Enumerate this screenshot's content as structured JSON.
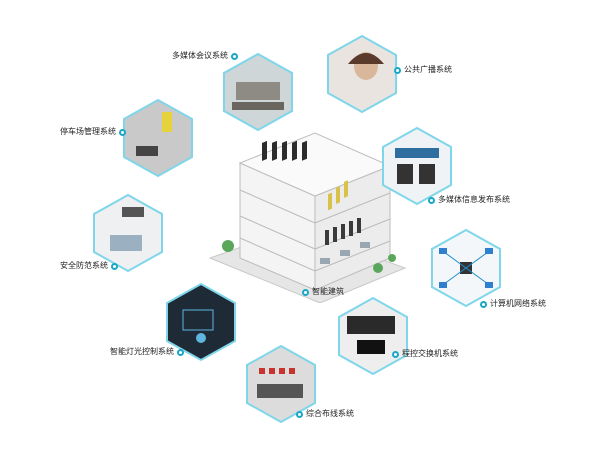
{
  "colors": {
    "hex_border": "#7fd6ea",
    "accent": "#1aa6c7",
    "text": "#222222"
  },
  "center": {
    "label": "智能建筑",
    "icon": "building-icon"
  },
  "systems": [
    {
      "id": "multimedia-conference",
      "label": "多媒体会议系统",
      "icon": "conference-room-icon"
    },
    {
      "id": "public-broadcast",
      "label": "公共广播系统",
      "icon": "headset-operator-icon"
    },
    {
      "id": "parking-management",
      "label": "停车场管理系统",
      "icon": "parking-gate-icon"
    },
    {
      "id": "multimedia-info-release",
      "label": "多媒体信息发布系统",
      "icon": "display-screen-icon"
    },
    {
      "id": "security",
      "label": "安全防范系统",
      "icon": "cctv-camera-icon"
    },
    {
      "id": "computer-network",
      "label": "计算机网络系统",
      "icon": "network-topology-icon"
    },
    {
      "id": "lighting-control",
      "label": "智能灯光控制系统",
      "icon": "light-control-icon"
    },
    {
      "id": "pbx",
      "label": "程控交换机系统",
      "icon": "telephone-switch-icon"
    },
    {
      "id": "cabling",
      "label": "综合布线系统",
      "icon": "patch-panel-icon"
    }
  ]
}
